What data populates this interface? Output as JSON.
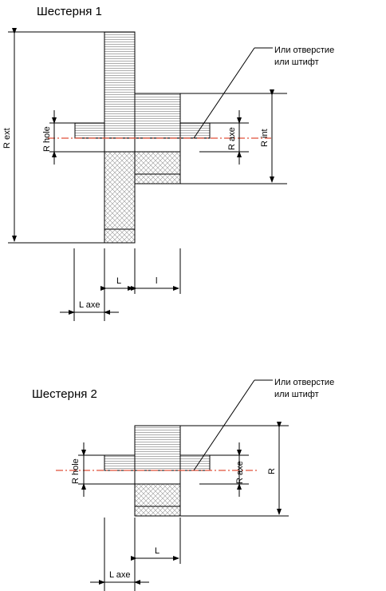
{
  "gear1": {
    "title": "Шестерня 1",
    "note_line1": "Или отверстие",
    "note_line2": "или штифт",
    "dims": {
      "r_ext": "R ext",
      "r_hole": "R hole",
      "r_axe": "R axe",
      "r_int": "R int",
      "l_width": "L",
      "l_small": "l",
      "l_axe": "L axe"
    }
  },
  "gear2": {
    "title": "Шестерня 2",
    "note_line1": "Или отверстие",
    "note_line2": "или штифт",
    "dims": {
      "r_hole": "R hole",
      "r_axe": "R axe",
      "r": "R",
      "l_width": "L",
      "l_axe": "L axe"
    }
  },
  "colors": {
    "axis": "#e0523a",
    "outline": "#000000",
    "background": "#ffffff"
  }
}
